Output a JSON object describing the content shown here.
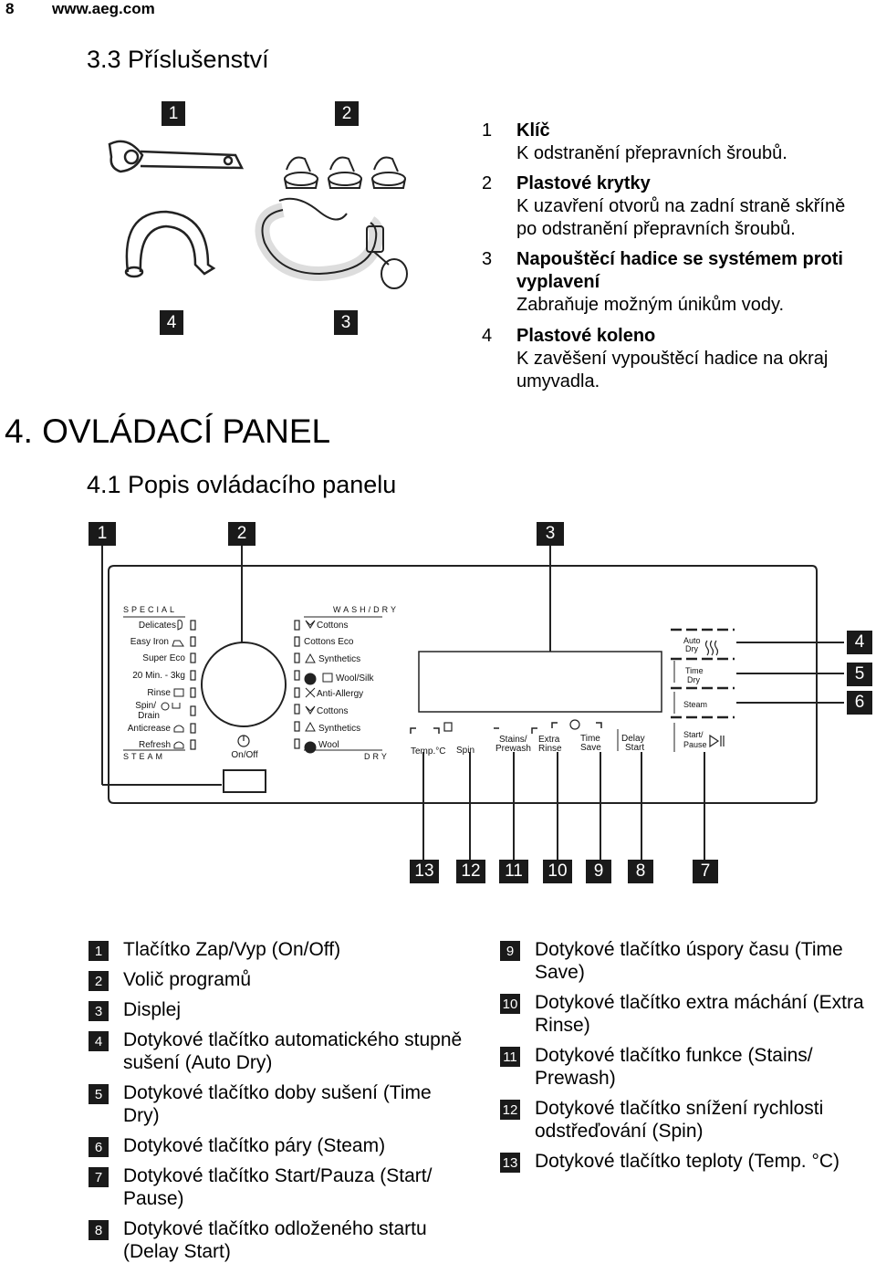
{
  "header": {
    "page_number": "8",
    "website": "www.aeg.com"
  },
  "section_accessories": {
    "title": "3.3 Příslušenství",
    "image_labels": [
      "1",
      "2",
      "4",
      "3"
    ],
    "items": [
      {
        "num": "1",
        "title": "Klíč",
        "desc": "K odstranění přepravních šroubů."
      },
      {
        "num": "2",
        "title": "Plastové krytky",
        "desc": "K uzavření otvorů na zadní straně skříně po odstranění přepravních šroubů."
      },
      {
        "num": "3",
        "title": "Napouštěcí hadice se systémem proti vyplavení",
        "desc": "Zabraňuje možným únikům vody."
      },
      {
        "num": "4",
        "title": "Plastové koleno",
        "desc": "K zavěšení vypouštěcí hadice na okraj umyvadla."
      }
    ]
  },
  "section_panel": {
    "title": "4. OVLÁDACÍ PANEL",
    "subtitle": "4.1 Popis ovládacího panelu"
  },
  "panel": {
    "top_labels": [
      "1",
      "2",
      "3"
    ],
    "side_labels": [
      "4",
      "5",
      "6"
    ],
    "bottom_labels": [
      "13",
      "12",
      "11",
      "10",
      "9",
      "8",
      "7"
    ],
    "special_heading": "SPECIAL",
    "steam_heading": "STEAM",
    "washdry_heading": "WASH/DRY",
    "dry_heading": "DRY",
    "left_programs": [
      "Delicates",
      "Easy Iron",
      "Super Eco",
      "20 Min. - 3kg",
      "Rinse",
      "Spin/",
      "Drain",
      "Anticrease",
      "Refresh"
    ],
    "right_programs": [
      "Cottons",
      "Cottons Eco",
      "Synthetics",
      "Wool/Silk",
      "Anti-Allergy",
      "Cottons",
      "Synthetics",
      "Wool"
    ],
    "onoff_label": "On/Off",
    "buttons": {
      "temp": "Temp.°C",
      "spin": "Spin",
      "stains_1": "Stains/",
      "stains_2": "Prewash",
      "extra_1": "Extra",
      "extra_2": "Rinse",
      "time_1": "Time",
      "time_2": "Save",
      "delay_1": "Delay",
      "delay_2": "Start",
      "auto_1": "Auto",
      "auto_2": "Dry",
      "timedry_1": "Time",
      "timedry_2": "Dry",
      "steam": "Steam",
      "start_1": "Start/",
      "start_2": "Pause"
    }
  },
  "legend": {
    "left": [
      {
        "num": "1",
        "text": "Tlačítko Zap/Vyp (On/Off)"
      },
      {
        "num": "2",
        "text": "Volič programů"
      },
      {
        "num": "3",
        "text": "Displej"
      },
      {
        "num": "4",
        "text": "Dotykové tlačítko automatického stupně sušení (Auto Dry)"
      },
      {
        "num": "5",
        "text": "Dotykové tlačítko doby sušení (Time Dry)"
      },
      {
        "num": "6",
        "text": "Dotykové tlačítko páry (Steam)"
      },
      {
        "num": "7",
        "text": "Dotykové tlačítko Start/Pauza (Start/ Pause)"
      },
      {
        "num": "8",
        "text": "Dotykové tlačítko odloženého startu (Delay Start)"
      }
    ],
    "right": [
      {
        "num": "9",
        "text": "Dotykové tlačítko úspory času (Time Save)"
      },
      {
        "num": "10",
        "text": "Dotykové tlačítko extra máchání (Extra Rinse)"
      },
      {
        "num": "11",
        "text": "Dotykové tlačítko funkce (Stains/ Prewash)"
      },
      {
        "num": "12",
        "text": "Dotykové tlačítko snížení rychlosti odstřeďování (Spin)"
      },
      {
        "num": "13",
        "text": "Dotykové tlačítko teploty (Temp. °C)"
      }
    ]
  }
}
